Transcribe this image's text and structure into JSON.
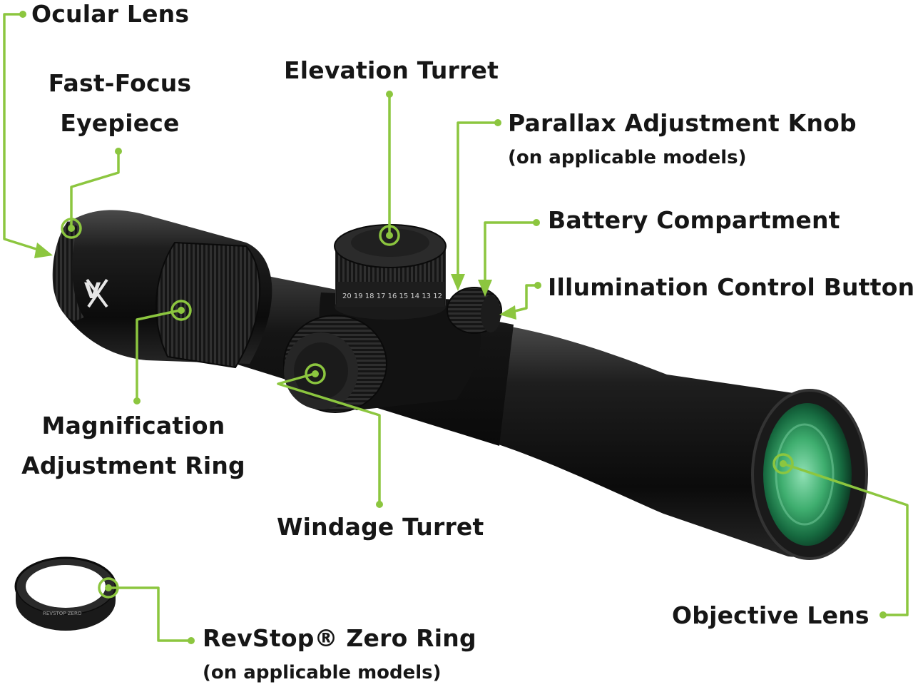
{
  "accent_color": "#8cc63f",
  "body_color": "#141414",
  "lens_color": "#2e9e5a",
  "labels": {
    "ocular_lens": "Ocular Lens",
    "fast_focus_line1": "Fast-Focus",
    "fast_focus_line2": "Eyepiece",
    "elevation_turret": "Elevation Turret",
    "parallax_knob": "Parallax Adjustment Knob",
    "parallax_note": "(on applicable models)",
    "battery_compartment": "Battery Compartment",
    "illumination_button": "Illumination Control Button",
    "magnification_line1": "Magnification",
    "magnification_line2": "Adjustment Ring",
    "windage_turret": "Windage Turret",
    "objective_lens": "Objective Lens",
    "revstop_ring": "RevStop® Zero Ring",
    "revstop_note": "(on applicable models)"
  },
  "turret_scale": "20 19 18 17 16 15 14 13 12",
  "ring_engraving": "REVSTOP ZERO"
}
